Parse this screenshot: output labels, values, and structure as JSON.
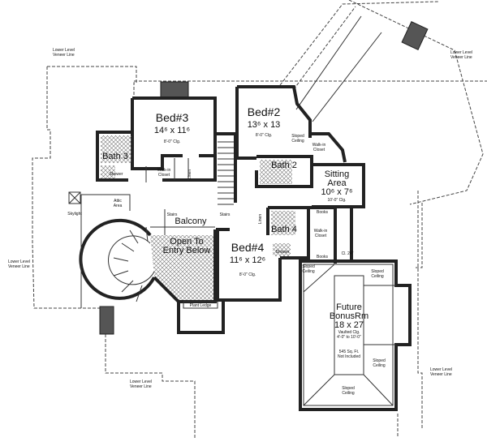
{
  "rooms": {
    "bed3": {
      "name": "Bed#3",
      "size": "14⁶ x 11⁶",
      "ceiling": "8'-0\" Clg."
    },
    "bed2": {
      "name": "Bed#2",
      "size": "13⁶ x 13",
      "ceiling": "8'-0\" Clg."
    },
    "bed4": {
      "name": "Bed#4",
      "size": "11⁶ x 12⁶",
      "ceiling": "8'-0\" Clg."
    },
    "sitting": {
      "name": "Sitting Area",
      "name_line1": "Sitting",
      "name_line2": "Area",
      "size": "10⁶ x 7⁶",
      "ceiling": "10'-0\" Clg."
    },
    "bonus": {
      "line1": "Future",
      "line2": "BonusRm",
      "size": "18 x 27",
      "ceiling1": "Vaulted Clg.",
      "ceiling2": "4'-0\" to 10'-0\"",
      "area1": "545 Sq. Ft.",
      "area2": "Not Included"
    },
    "bath3": "Bath 3",
    "bath2": "Bath 2",
    "bath4": "Bath 4",
    "balcony": "Balcony",
    "open_line1": "Open To",
    "open_line2": "Entry Below",
    "plant_ledge": "Plant Ledge",
    "attic1": "Attic",
    "attic2": "Area",
    "skylight": "Skylight",
    "stairs_a": "Stairs",
    "stairs_b": "Stairs",
    "walkin_a1": "Walk-in",
    "walkin_a2": "Closet",
    "walkin_b1": "Walk-in",
    "walkin_b2": "Closet",
    "walkin_c1": "Walk-in",
    "walkin_c2": "Closet",
    "linen_a": "Linen",
    "linen_b": "Linen",
    "books_a": "Books",
    "books_b": "Books",
    "shower_a": "Shower",
    "shower_b": "Shower",
    "cl_24": "Cl. 24\"",
    "sloped": [
      "Sloped",
      "Ceiling"
    ],
    "veneer1": "Lower Level",
    "veneer2": "Veneer Line"
  }
}
